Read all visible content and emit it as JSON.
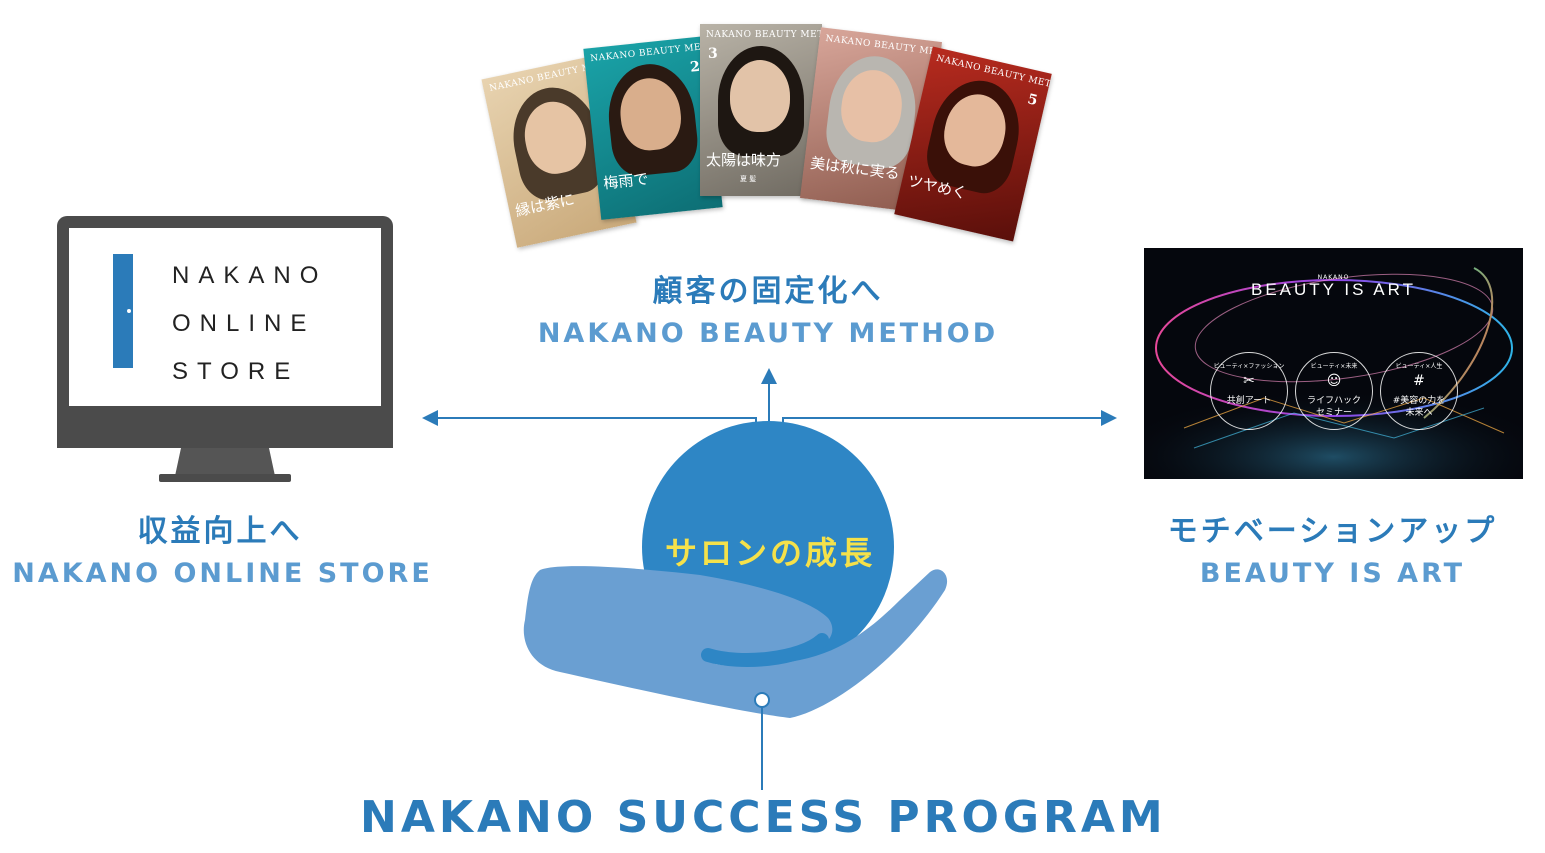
{
  "monitor_screen": {
    "lines": [
      "NAKANO",
      "ONLINE",
      "STORE"
    ]
  },
  "left_section": {
    "jp": "収益向上へ",
    "en": "NAKANO ONLINE STORE"
  },
  "top_section": {
    "jp": "顧客の固定化へ",
    "en": "NAKANO BEAUTY METHOD"
  },
  "right_section": {
    "jp": "モチベーションアップ",
    "en": "BEAUTY IS ART"
  },
  "center": {
    "ball_text": "サロンの成長",
    "program": "NAKANO SUCCESS PROGRAM"
  },
  "magazines": [
    {
      "mast": "NAKANO BEAUTY METHOD",
      "num": "",
      "headline": "縁は紫に",
      "sub": ""
    },
    {
      "mast": "NAKANO BEAUTY METHOD",
      "num": "2",
      "headline": "梅雨で",
      "sub": ""
    },
    {
      "mast": "NAKANO BEAUTY METHOD",
      "num": "3",
      "headline": "太陽は味方",
      "sub": "夏 髪"
    },
    {
      "mast": "NAKANO BEAUTY METHOD",
      "num": "",
      "headline": "美は秋に実る",
      "sub": ""
    },
    {
      "mast": "NAKANO BEAUTY METHOD",
      "num": "5",
      "headline": "ツヤめく",
      "sub": ""
    }
  ],
  "art_panel": {
    "brand": "NAKANO",
    "logo": "BEAUTY IS ART",
    "badges": [
      {
        "top": "ビューティ×ファッション",
        "icon": "✂",
        "label": "共創アート"
      },
      {
        "top": "ビューティ×未来",
        "icon": "☺",
        "label": "ライフハック\nセミナー"
      },
      {
        "top": "ビューティ×人生",
        "icon": "#",
        "label": "#美容の力を\n未来へ"
      }
    ]
  },
  "colors": {
    "accent": "#2b7bb9",
    "accent_light": "#5b9bd0",
    "hand": "#6a9fd2",
    "ball": "#2e86c5",
    "ball_text": "#f5e14a",
    "monitor": "#4b4b4b"
  }
}
